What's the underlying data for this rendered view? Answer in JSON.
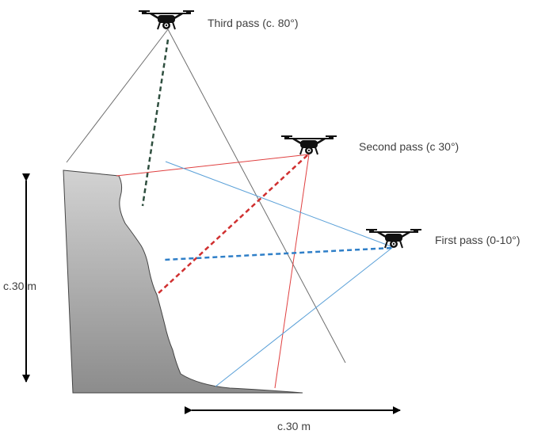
{
  "labels": {
    "third_pass": "Third pass (c. 80°)",
    "second_pass": "Second pass (c 30°)",
    "first_pass": "First pass (0-10°)",
    "height": "c.30 m",
    "distance": "c.30 m"
  },
  "colors": {
    "cliff_fill_top": "#cfcfcf",
    "cliff_fill_bottom": "#8f8f8f",
    "third_pass_lines": "#6e6e6e",
    "third_pass_axis": "#2f4f3f",
    "second_pass_lines": "#e04040",
    "second_pass_axis": "#d03030",
    "first_pass_lines": "#5aa0d8",
    "first_pass_axis": "#2f7fc8",
    "arrows": "#000000",
    "drone": "#111111"
  },
  "icons": [
    "drone-icon",
    "drone-icon",
    "drone-icon"
  ]
}
